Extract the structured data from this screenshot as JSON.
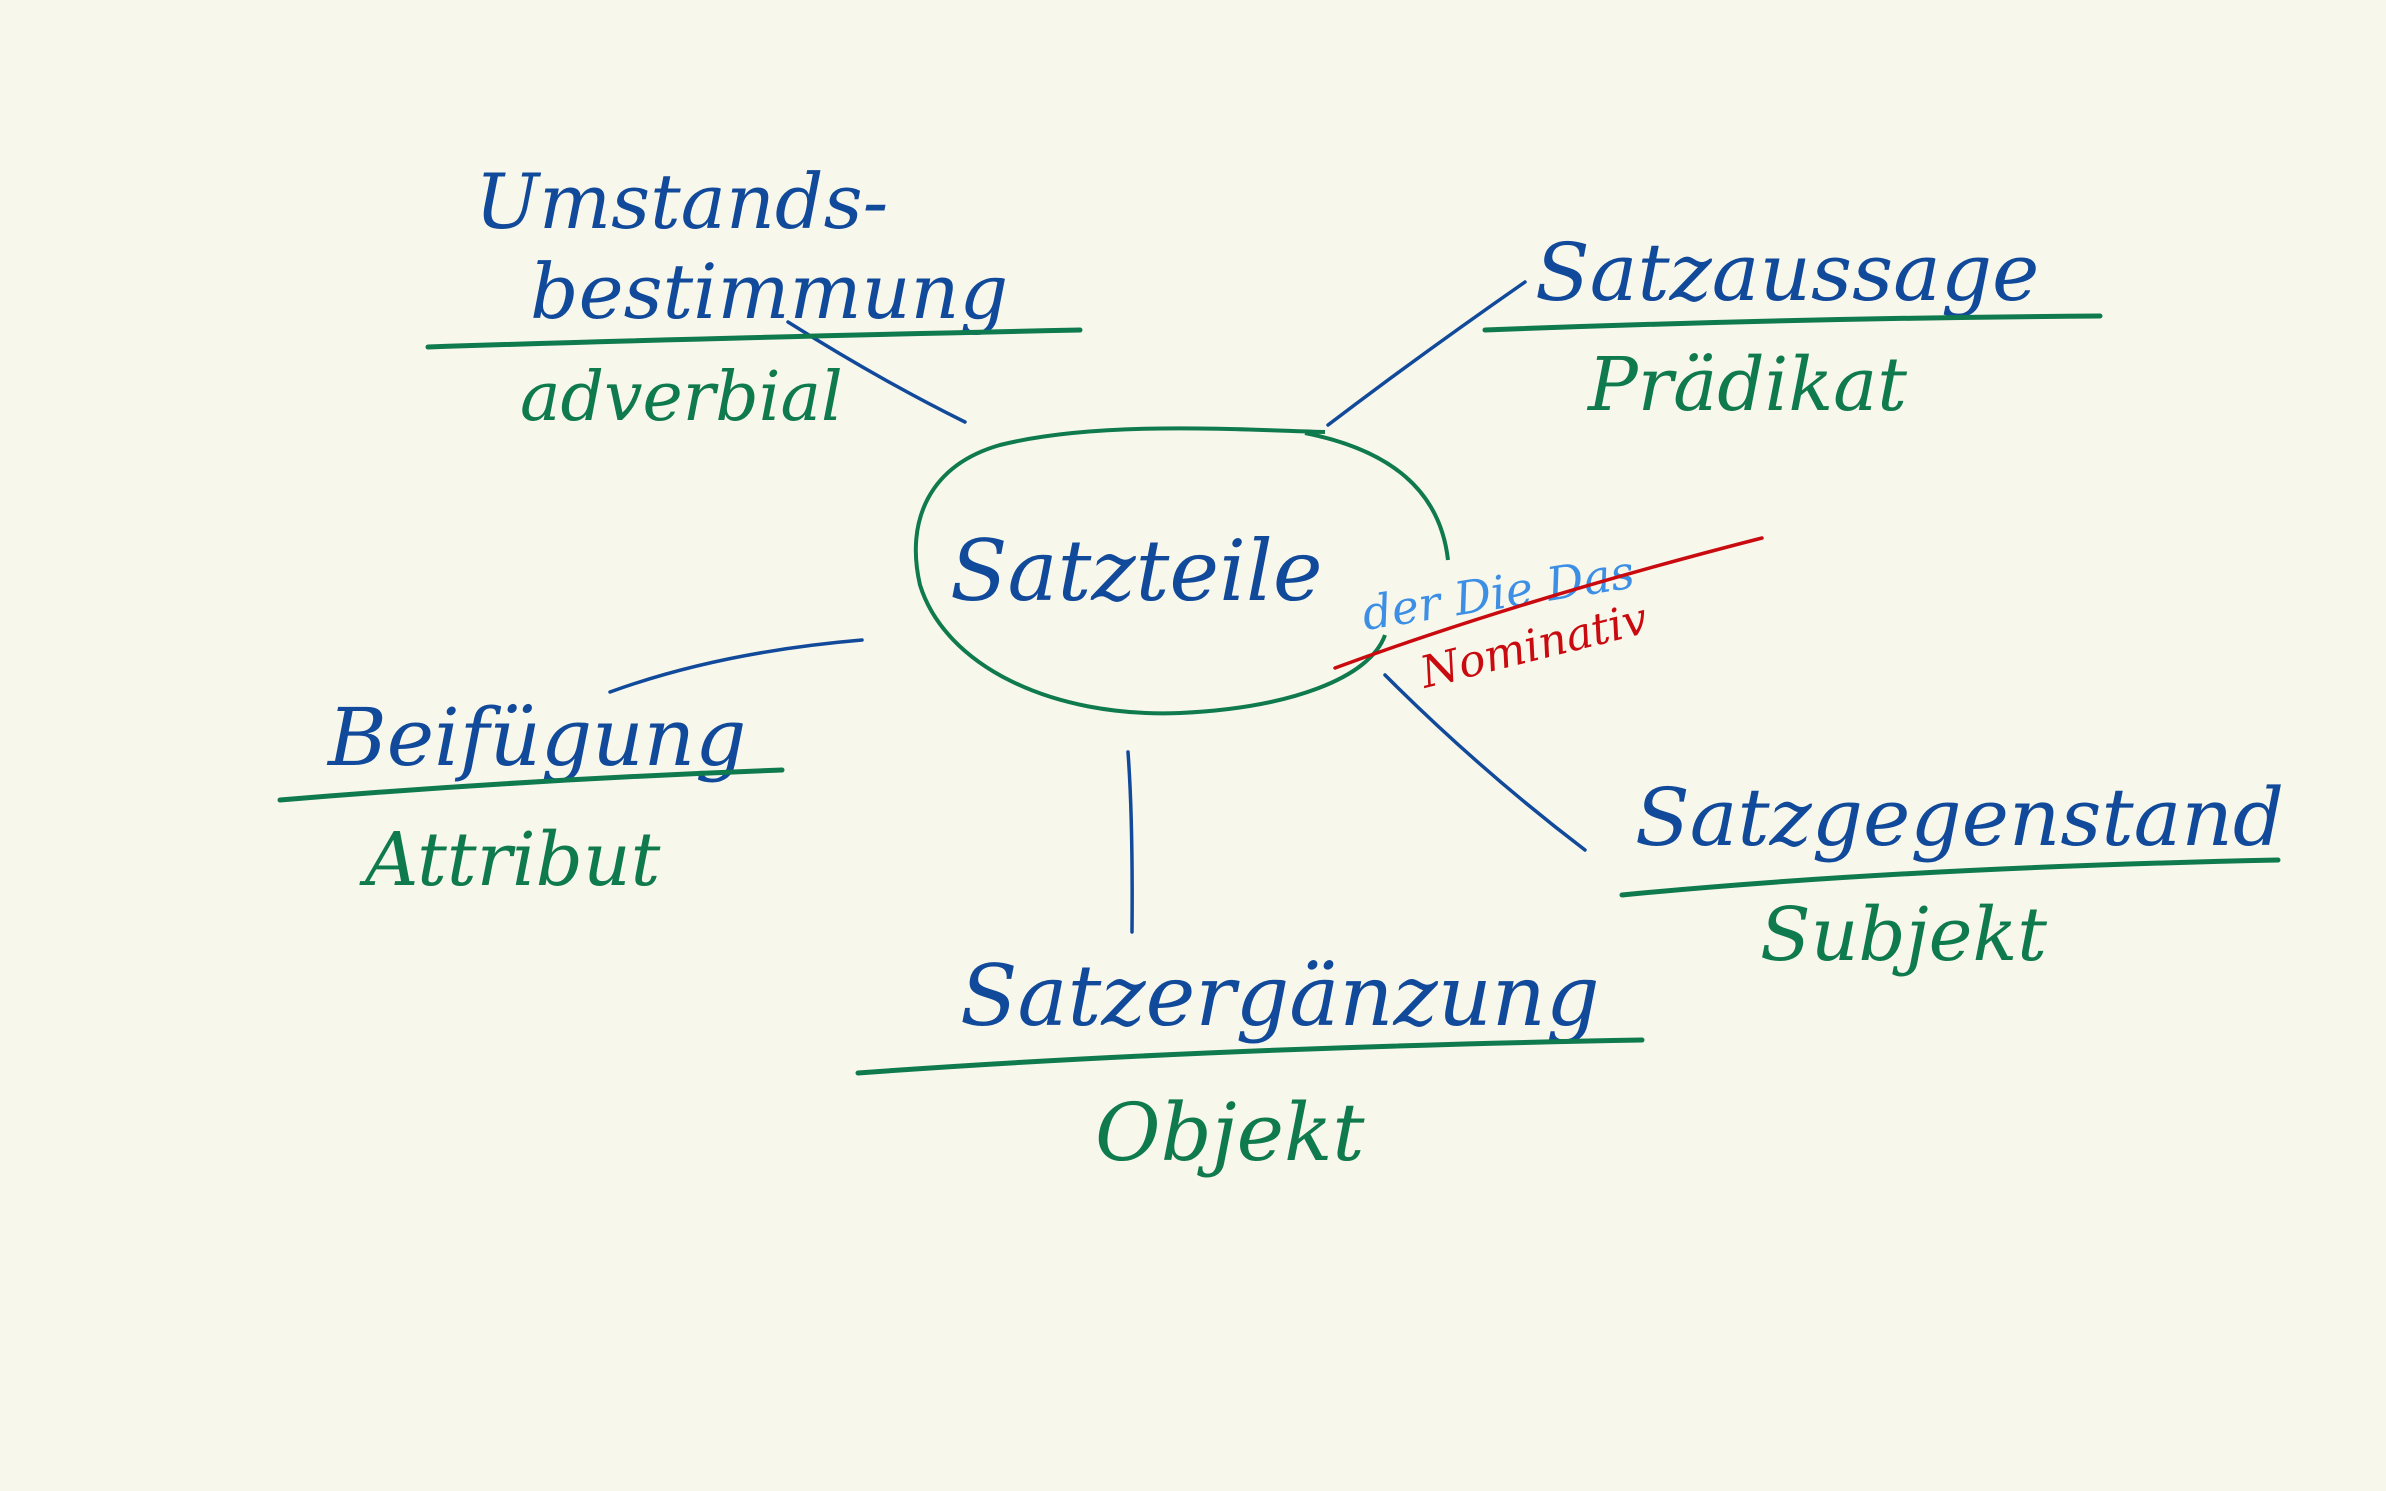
{
  "colors": {
    "background": "#f8f7ec",
    "german_term": "#114a9a",
    "latin_term": "#0f7a4d",
    "annotation_red": "#c90b10",
    "annotation_light_blue": "#3c8fe4"
  },
  "center": {
    "label": "Satzteile"
  },
  "branches": {
    "umstandsbestimmung": {
      "german_line1": "Umstands-",
      "german_line2": "bestimmung",
      "latin": "adverbial"
    },
    "satzaussage": {
      "german": "Satzaussage",
      "latin": "Prädikat"
    },
    "beifuegung": {
      "german": "Beifügung",
      "latin": "Attribut"
    },
    "satzgegenstand": {
      "german": "Satzgegenstand",
      "latin": "Subjekt"
    },
    "satzergaenzung": {
      "german": "Satzergänzung",
      "latin": "Objekt"
    }
  },
  "annotation": {
    "articles": "der Die Das",
    "crossed": "Nominativ"
  }
}
